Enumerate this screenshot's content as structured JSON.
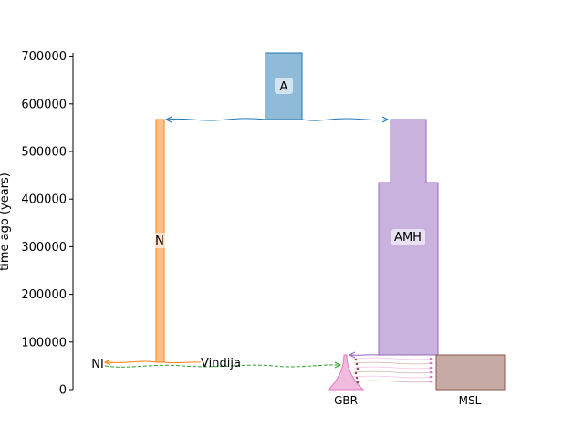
{
  "diagram": {
    "type": "demography",
    "ylabel": "time ago (years)",
    "yticks": [
      "0",
      "100000",
      "200000",
      "300000",
      "400000",
      "500000",
      "600000",
      "700000"
    ],
    "colors": {
      "A": "#1f77b4",
      "N": "#ff7f0e",
      "migration": "#2ca02c",
      "AMH": "#9467bd",
      "MSL": "#8c564b",
      "GBR": "#e377c2"
    },
    "demes": [
      {
        "name": "A",
        "label": "A",
        "start_time": 700000,
        "end_time": 565000
      },
      {
        "name": "N",
        "label": "N",
        "start_time": 565000,
        "end_time": 60000
      },
      {
        "name": "AMH",
        "label": "AMH",
        "start_time": 565000,
        "end_time": 72000
      },
      {
        "name": "MSL",
        "label": "MSL",
        "start_time": 72000,
        "end_time": 0
      },
      {
        "name": "GBR",
        "label": "GBR",
        "start_time": 72000,
        "end_time": 0
      }
    ],
    "leaf_labels": {
      "NI": "NI",
      "Vindija": "Vindija"
    }
  }
}
